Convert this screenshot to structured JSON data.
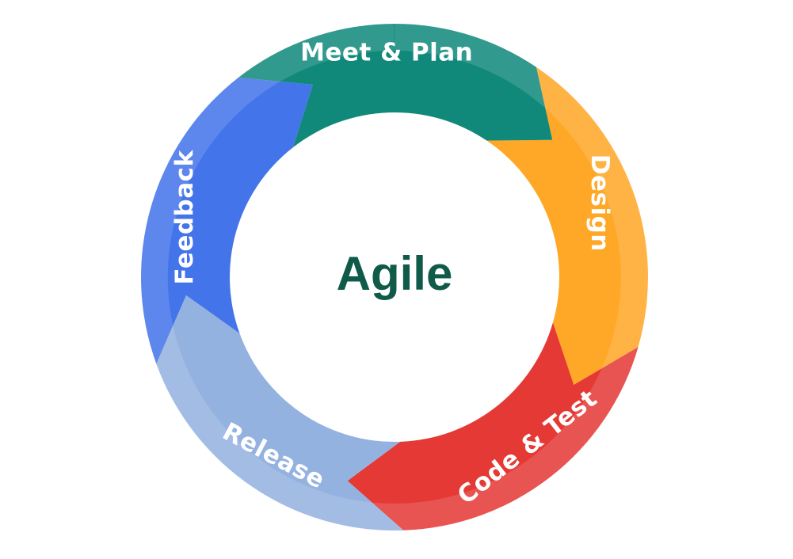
{
  "diagram": {
    "center_label": "Agile",
    "colors": {
      "center_text": "#0f5a49",
      "background": "#ffffff"
    },
    "stages": [
      {
        "label": "Meet & Plan",
        "color": "#10897b",
        "name": "stage-meet-plan"
      },
      {
        "label": "Design",
        "color": "#ffa726",
        "name": "stage-design"
      },
      {
        "label": "Code & Test",
        "color": "#e53935",
        "name": "stage-code-test"
      },
      {
        "label": "Release",
        "color": "#94b2e0",
        "name": "stage-release"
      },
      {
        "label": "Feedback",
        "color": "#4374ea",
        "name": "stage-feedback"
      }
    ]
  }
}
